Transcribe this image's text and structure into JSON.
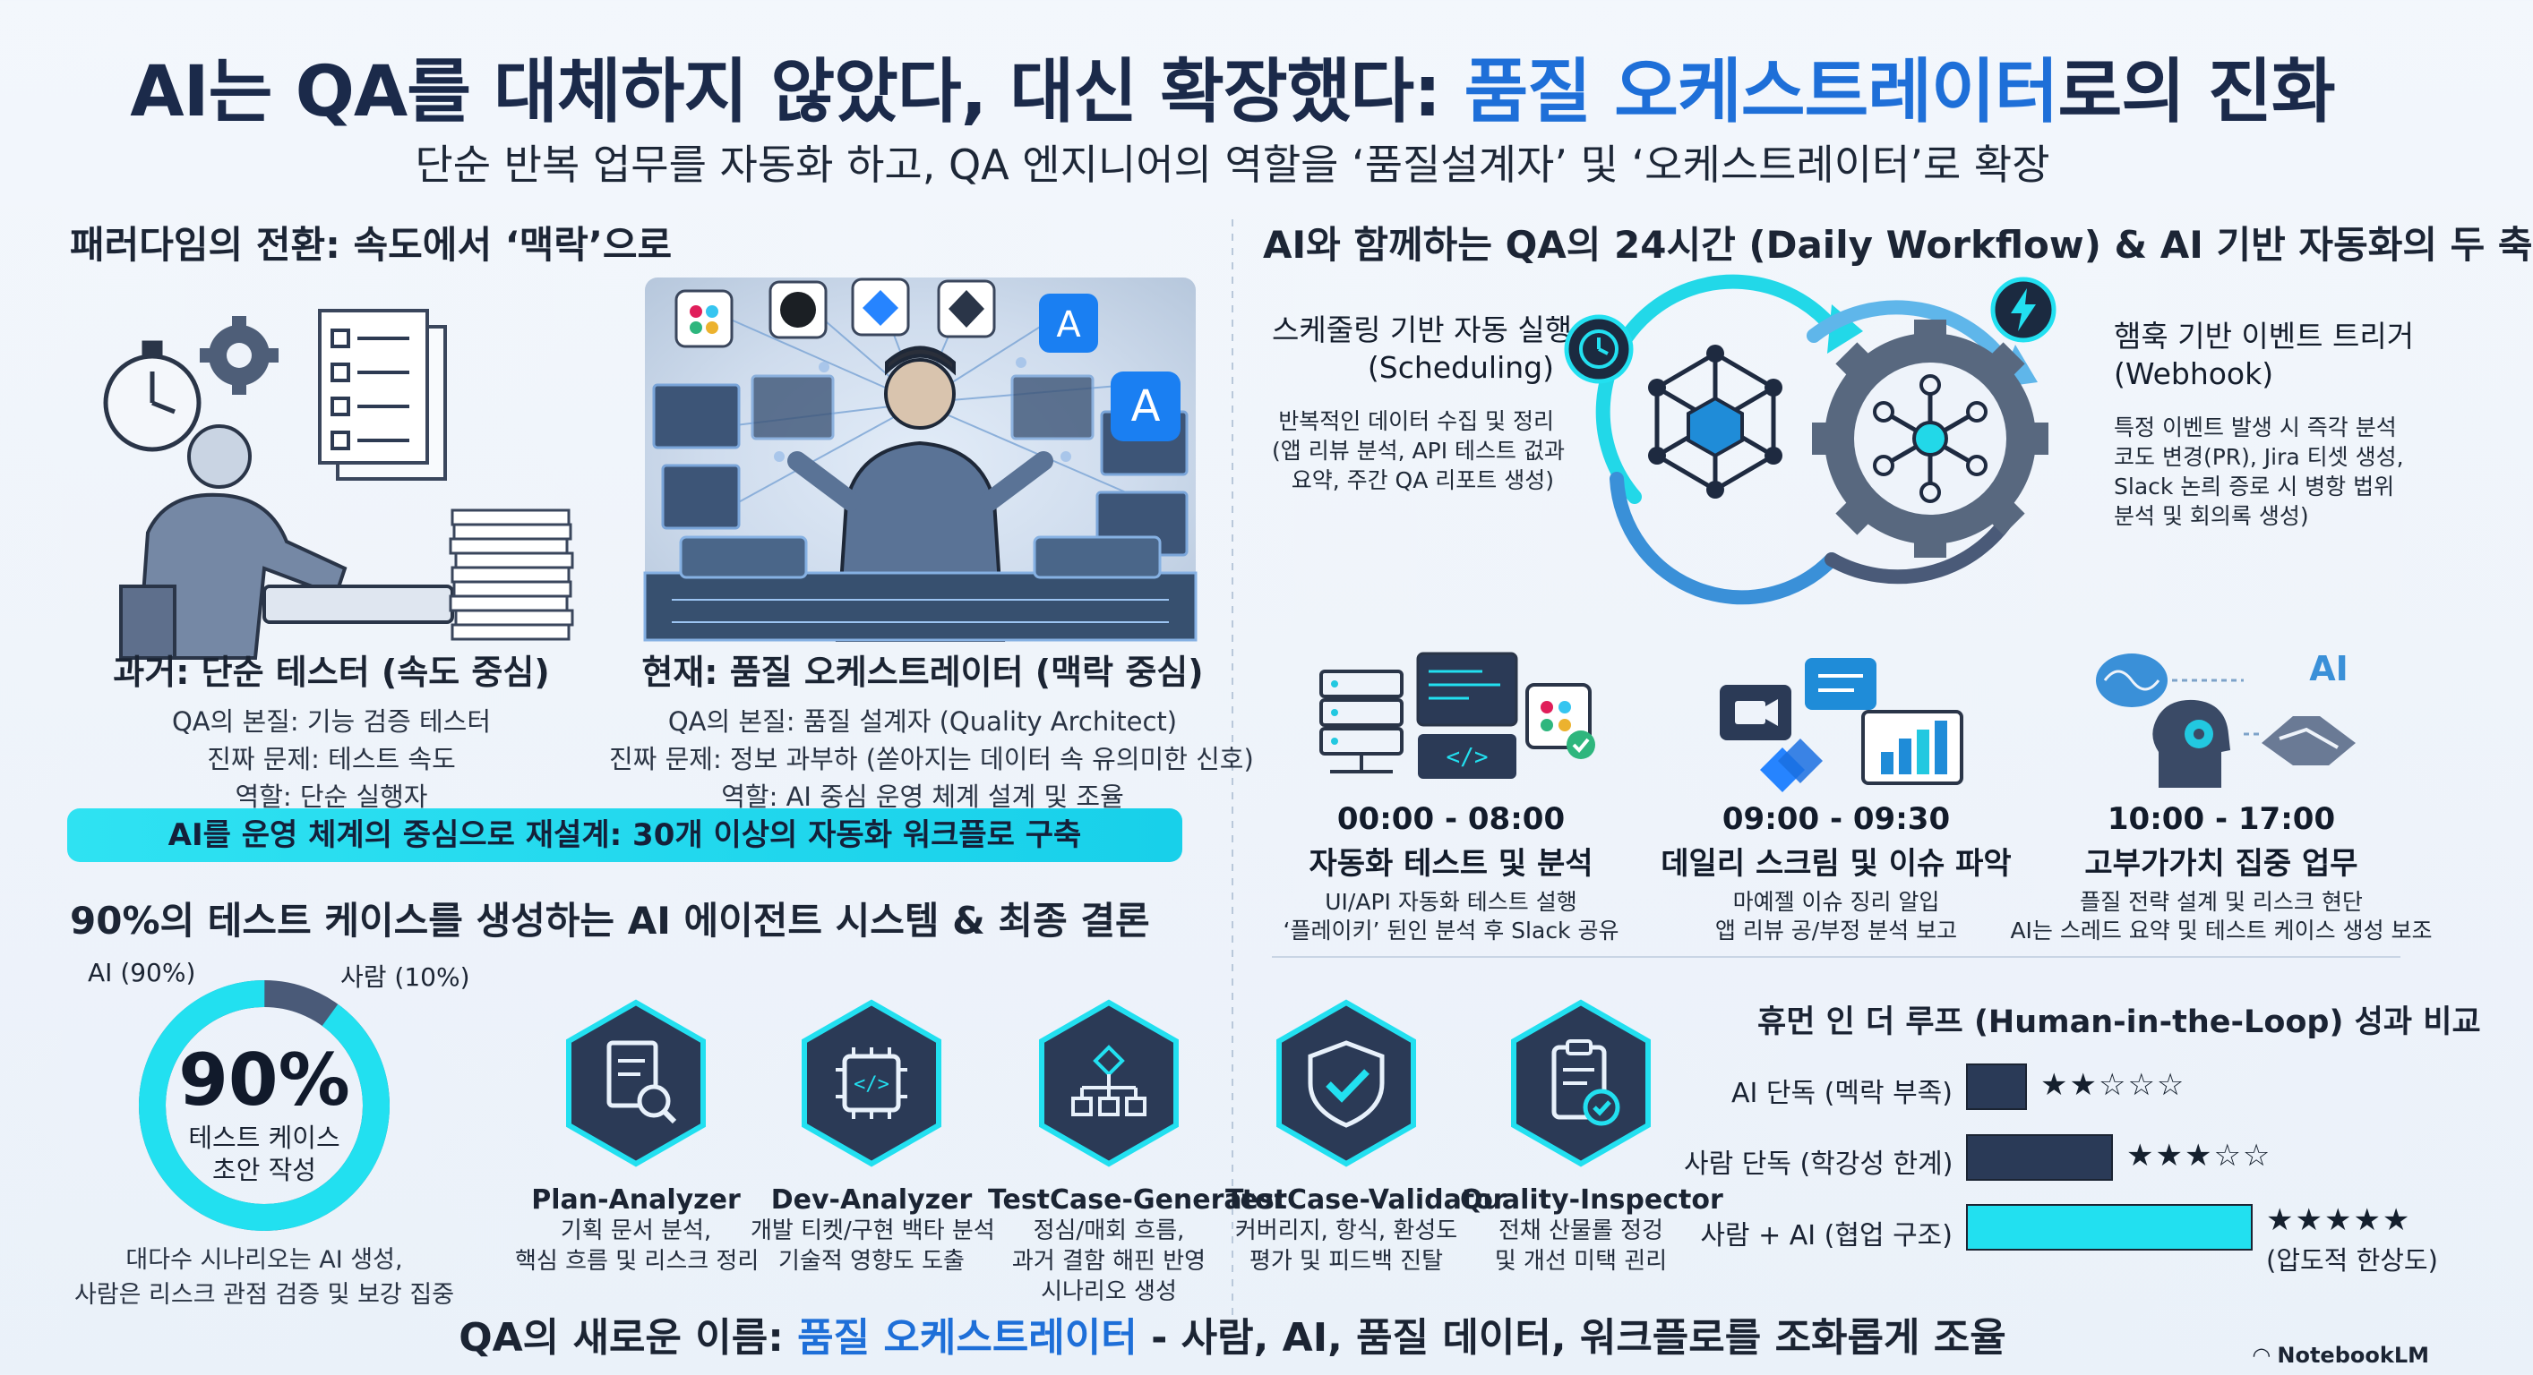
{
  "header": {
    "title_part1": "AI는 QA를 대체하지 않았다, 대신 확장했다: ",
    "title_highlight": "품질 오케스트레이터",
    "title_part2": "로의 진화",
    "subtitle": "단순 반복 업무를 자동화 하고, QA 엔지니어의 역할을 ‘품질설계자’ 및 ‘오케스트레이터’로 확장"
  },
  "paradigm": {
    "heading": "패러다임의 전환: 속도에서 ‘맥락’으로",
    "past": {
      "title": "과거: 단순 테스터 (속도 중심)",
      "lines": [
        "QA의 본질: 기능 검증 테스터",
        "진짜 문제: 테스트 속도",
        "역할: 단순 실행자"
      ]
    },
    "present": {
      "title": "현재: 품질 오케스트레이터 (맥락 중심)",
      "lines": [
        "QA의 본질: 품질 설계자 (Quality Architect)",
        "진짜 문제: 정보 과부하 (쏟아지는 데이터 속 유의미한 신호)",
        "역할: AI 중심 운영 체계 설계 및 조율"
      ]
    },
    "banner": "AI를 운영 체계의 중심으로 재설계: 30개 이상의 자동화 워크플로 구축"
  },
  "agents_section": {
    "heading": "90%의 테스트 케이스를 생성하는 AI 에이전트 시스템 & 최종 결론",
    "donut": {
      "ai_label": "AI (90%)",
      "human_label": "사람 (10%)",
      "ai_share": 90,
      "human_share": 10,
      "center_value": "90%",
      "center_line1": "테스트 케이스",
      "center_line2": "초안 작성",
      "note_line1": "대다수 시나리오는 AI 생성,",
      "note_line2": "사람은 리스크 관점 검증 및 보강 집중"
    },
    "agents": [
      {
        "icon": "document-search-icon",
        "name": "Plan-Analyzer",
        "desc": [
          "기획 문서 분석,",
          "핵심 흐름 및 리스크 정리"
        ]
      },
      {
        "icon": "chip-code-icon",
        "name": "Dev-Analyzer",
        "desc": [
          "개발 티켓/구현 백타 분석",
          "기술적 영향도 도출"
        ]
      },
      {
        "icon": "flowchart-icon",
        "name": "TestCase-Generator",
        "desc": [
          "정심/매회 흐름,",
          "과거 결함 해핀 반영",
          "시나리오 생성"
        ]
      },
      {
        "icon": "shield-check-icon",
        "name": "TestCase-Validator",
        "desc": [
          "커버리지, 항식, 환성도",
          "평가 및 피드백 진탈"
        ]
      },
      {
        "icon": "clipboard-check-icon",
        "name": "Quality-Inspector",
        "desc": [
          "전채 산물롤 정겅",
          "및 개선 미택 괸리"
        ]
      }
    ],
    "closing_part1": "QA의 새로운 이름: ",
    "closing_highlight": "품질 오케스트레이터",
    "closing_part2": " - 사람, AI, 품질 데이터, 워크플로를 조화롭게 조율"
  },
  "workflow": {
    "heading": "AI와 함께하는 QA의 24시간 (Daily Workflow) & AI 기반 자동화의 두 축",
    "scheduling": {
      "title_line1": "스케줄링 기반 자동 실행",
      "title_line2": "(Scheduling)",
      "desc": [
        "반복적인 데이터 수집 및 정리",
        "(앱 리뷰 분석, API 테스트 겂과",
        "요약, 주간 QA 리포트 생성)"
      ]
    },
    "webhook": {
      "title_line1": "햄훅 기반 이벤트 트리거",
      "title_line2": "(Webhook)",
      "desc": [
        "특정 이벤트 발생 시 즉각 분석",
        "코도 변경(PR), Jira 티셋 생성,",
        "Slack 논릐 증로 시 병항 법위",
        "분석 및 회의록 생성)"
      ]
    },
    "times": [
      {
        "time": "00:00 - 08:00",
        "title": "자동화 테스트 및 분석",
        "desc": [
          "UI/API 자동화 테스트 설행",
          "‘플레이키’ 뒨인 분석 후 Slack 공유"
        ]
      },
      {
        "time": "09:00 - 09:30",
        "title": "데일리 스크림 및 이슈 파악",
        "desc": [
          "마예젤 이슈 징리 알입",
          "앱 리뷰 공/부정 분석 보고"
        ]
      },
      {
        "time": "10:00 - 17:00",
        "title": "고부가가치 집중 업무",
        "desc": [
          "플질 전략 설계 및 리스크 현단",
          "AI는 스레드 요약 및 테스트 케이스 생성 보조"
        ]
      }
    ],
    "ai_badge": "AI"
  },
  "hitl": {
    "title": "휴먼 인 더 루프 (Human-in-the-Loop) 성과 비교",
    "rows": [
      {
        "label": "AI 단독 (멕락 부족)",
        "stars": "★★☆☆☆",
        "rating": 2,
        "color": "#2a3a57",
        "note": ""
      },
      {
        "label": "사람 단독 (학강성 한계)",
        "stars": "★★★☆☆",
        "rating": 3,
        "color": "#2a3a57",
        "note": ""
      },
      {
        "label": "사람 + AI (협업 구조)",
        "stars": "★★★★★",
        "rating": 5,
        "color": "#22e0f0",
        "note": "(압도적 한상도)"
      }
    ]
  },
  "brand": "NotebookLM",
  "colors": {
    "accent": "#1e6fd8",
    "cyan": "#22e0f0",
    "navy": "#1b2a4a",
    "dark_bar": "#2a3a57"
  }
}
